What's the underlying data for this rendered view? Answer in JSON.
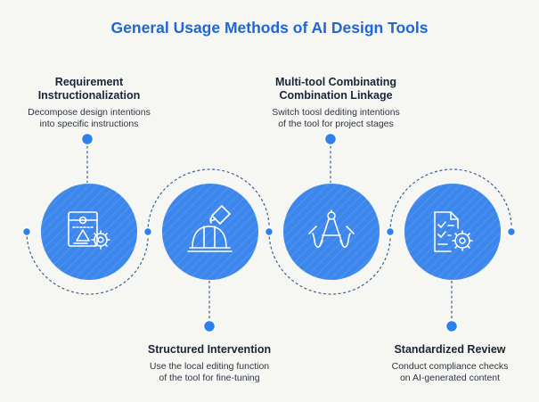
{
  "title": "General Usage Methods of AI Design Tools",
  "colors": {
    "accent": "#2f80ed",
    "circle": "#3c86ec",
    "connector": "#3f5f93",
    "title": "#1f66d6",
    "text_dark": "#1b2438",
    "background": "#f6f7f2"
  },
  "steps": [
    {
      "heading_line1": "Requirement",
      "heading_line2": "Instructionalization",
      "desc_line1": "Decompose design intentions",
      "desc_line2": "into specific instructions",
      "icon": "blueprint-gear-icon"
    },
    {
      "heading_line1": "Structured Intervention",
      "heading_line2": "",
      "desc_line1": "Use the local editing function",
      "desc_line2": "of the tool for fine-tuning",
      "icon": "helmet-pencil-icon"
    },
    {
      "heading_line1": "Multi-tool Combinating",
      "heading_line2": "Combination Linkage",
      "desc_line1": "Switch toosl dediting intentions",
      "desc_line2": "of the tool for project stages",
      "icon": "compass-tools-icon"
    },
    {
      "heading_line1": "Standardized Review",
      "heading_line2": "",
      "desc_line1": "Conduct compliance checks",
      "desc_line2": "on AI-generated content",
      "icon": "checklist-gear-icon"
    }
  ]
}
